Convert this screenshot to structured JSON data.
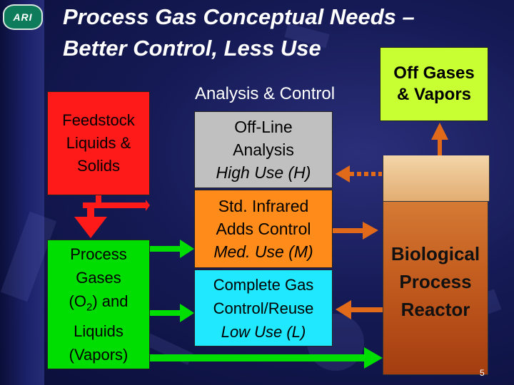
{
  "logo": {
    "text": "ARI"
  },
  "title": {
    "line1": "Process Gas Conceptual Needs –",
    "line2": "Better Control, Less Use"
  },
  "feedstock": {
    "lines": [
      "Feedstock",
      "Liquids &",
      "Solids"
    ]
  },
  "process_gases": {
    "line1": "Process",
    "line2": "Gases",
    "line3_pre": "(O",
    "line3_sub": "2",
    "line3_post": ") and",
    "line4": "Liquids",
    "line5": "(Vapors)"
  },
  "off_gases": {
    "lines": [
      "Off Gases",
      "& Vapors"
    ]
  },
  "analysis_control": {
    "label": "Analysis & Control"
  },
  "offline": {
    "lines": [
      "Off-Line",
      "Analysis"
    ],
    "use": "High Use (H)"
  },
  "std_infrared": {
    "lines": [
      "Std. Infrared",
      "Adds Control"
    ],
    "use": "Med. Use (M)"
  },
  "complete_gas": {
    "lines": [
      "Complete Gas",
      "Control/Reuse"
    ],
    "use": "Low Use (L)"
  },
  "reactor": {
    "lines": [
      "Biological",
      "Process",
      "Reactor"
    ]
  },
  "page_number": "5",
  "colors": {
    "red_arrow": "#ff1a1a",
    "green_arrow": "#00dd00",
    "orange_arrow": "#e06a1a",
    "text_white": "#ffffff"
  }
}
